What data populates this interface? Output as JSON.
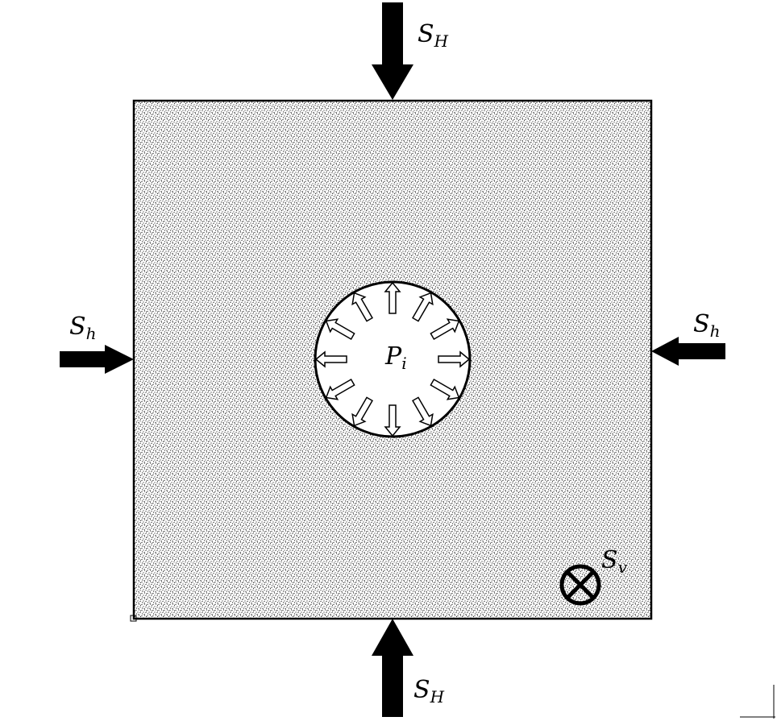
{
  "labels": {
    "top": {
      "main": "S",
      "sub": "H"
    },
    "bottom": {
      "main": "S",
      "sub": "H"
    },
    "left": {
      "main": "S",
      "sub": "h"
    },
    "right": {
      "main": "S",
      "sub": "h"
    },
    "vertical": {
      "main": "S",
      "sub": "v"
    },
    "pressure": {
      "main": "P",
      "sub": "i"
    }
  },
  "icons": {
    "vertical_stress": "circle-cross-icon",
    "load_arrow": "arrow-icon",
    "pressure_arrow": "hollow-arrow-icon"
  },
  "colors": {
    "stroke": "#000000",
    "fill_hole": "#ffffff",
    "stipple": "#000000"
  }
}
